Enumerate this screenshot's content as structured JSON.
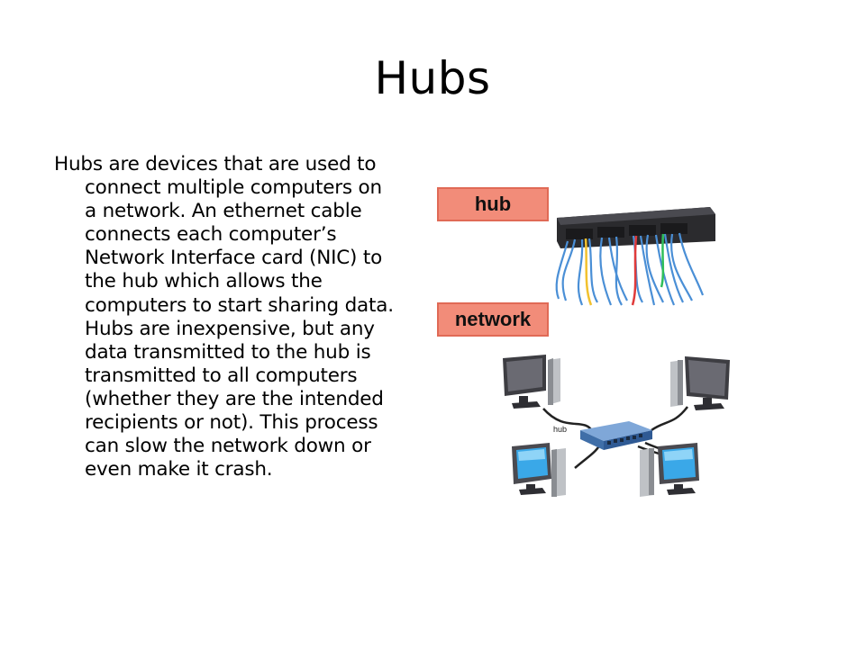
{
  "slide": {
    "title": "Hubs",
    "body": "Hubs are devices that are used to connect multiple computers on a network. An ethernet cable connects each computer’s Network Interface card (NIC) to the hub which allows the computers to start sharing data. Hubs are inexpensive, but any data transmitted to the hub is transmitted to all computers (whether they are the intended recipients or not). This process can slow the network down or even make it crash."
  },
  "figure": {
    "hub_label": "hub",
    "network_label": "network",
    "diagram_hub_label": "hub"
  },
  "colors": {
    "label_fill": "#f28c79",
    "cable_blue": "#4a8fd6",
    "screen_blue": "#3aa8e8"
  }
}
